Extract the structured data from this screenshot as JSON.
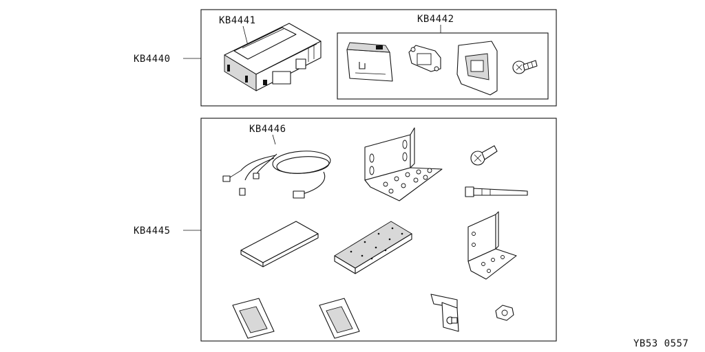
{
  "diagram": {
    "labels": {
      "assembly_upper": "KB4440",
      "control_unit": "KB4441",
      "switch_kit": "KB4442",
      "assembly_lower": "KB4445",
      "harness": "KB4446",
      "ref_code": "YB53 0557"
    }
  }
}
